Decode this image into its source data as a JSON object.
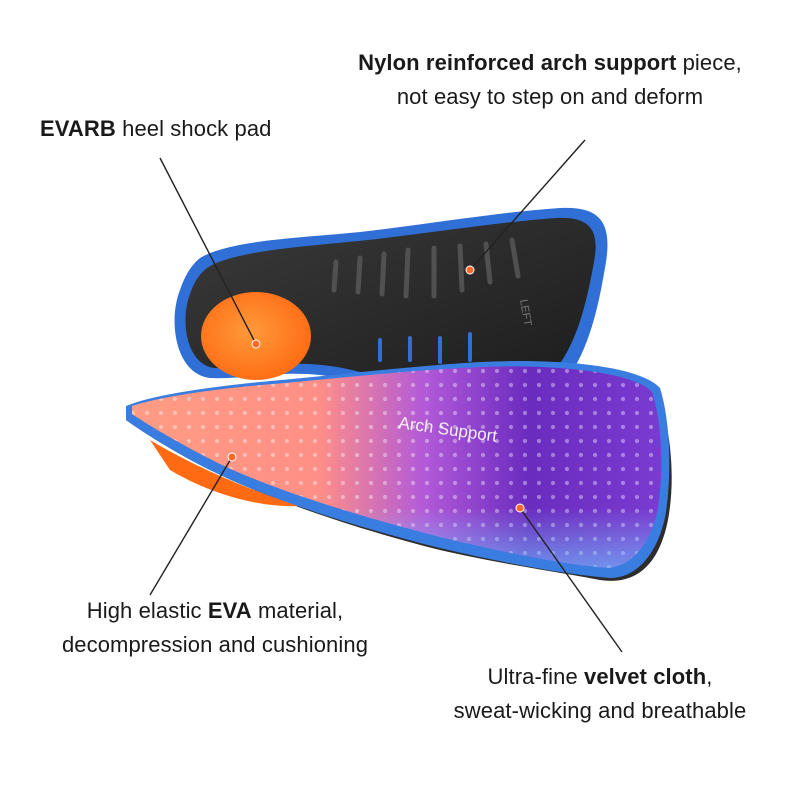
{
  "callouts": {
    "nylon": {
      "bold": "Nylon reinforced arch support",
      "rest": " piece,",
      "line2": "not easy to step on and deform"
    },
    "evarb": {
      "bold": "EVARB",
      "rest": " heel shock pad"
    },
    "eva": {
      "pre": "High elastic ",
      "bold": "EVA",
      "rest": " material,",
      "line2": "decompression and cushioning"
    },
    "velvet": {
      "pre": "Ultra-fine ",
      "bold": "velvet cloth",
      "rest": ",",
      "line2": "sweat-wicking and breathable"
    }
  },
  "insole_print": {
    "top_text": "Arch Support",
    "side_mark": "LEFT"
  },
  "colors": {
    "text": "#1a1a1a",
    "leader_line": "#222222",
    "dot": "#ff6a2a",
    "blue_edge": "#2f6fd6",
    "black_shell": "#2a2a2a",
    "heel_pad": "#ff7a1a",
    "purple": "#6a2bbf",
    "peach": "#ff9c7a"
  }
}
